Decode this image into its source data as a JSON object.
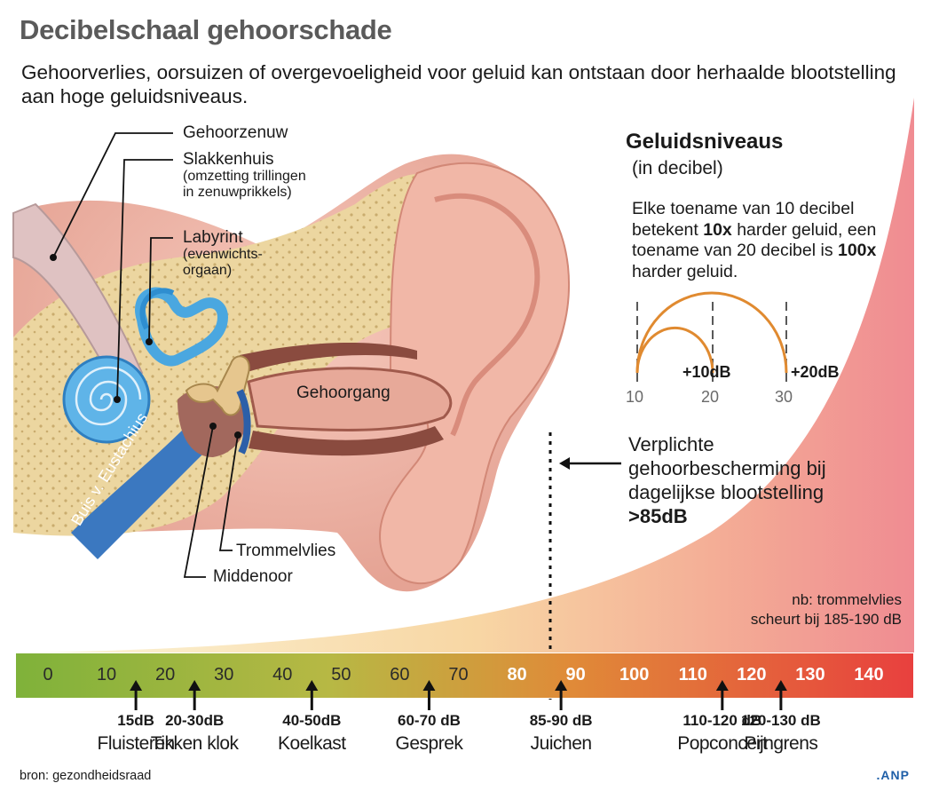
{
  "title": "Decibelschaal gehoorschade",
  "subtitle": "Gehoorverlies, oorsuizen of overgevoeligheid voor geluid kan ontstaan door herhaalde blootstelling aan hoge geluidsniveaus.",
  "ear_labels": {
    "gehoorzenuw": "Gehoorzenuw",
    "slakkenhuis": "Slakkenhuis",
    "slakkenhuis_desc": "(omzetting trillingen in zenuwprikkels)",
    "labyrint": "Labyrint",
    "labyrint_desc": "(evenwichts-orgaan)",
    "gehoorgang": "Gehoorgang",
    "buis": "Buis v. Eustachius",
    "trommelvlies": "Trommelvlies",
    "middenoor": "Middenoor"
  },
  "info": {
    "title": "Geluidsniveaus",
    "subtitle": "(in decibel)",
    "text_1": "Elke toename van 10 decibel betekent ",
    "text_bold_1": "10x",
    "text_2": " harder geluid, een toename van 20 decibel is ",
    "text_bold_2": "100x",
    "text_3": " harder geluid.",
    "arc_ticks": [
      "10",
      "20",
      "30"
    ],
    "arc_labels": [
      "+10dB",
      "+20dB"
    ]
  },
  "warning": {
    "text": "Verplichte gehoorbescherming bij dagelijkse blootstelling",
    "threshold": ">85dB"
  },
  "note": {
    "line1": "nb: trommelvlies",
    "line2": "scheurt bij 185-190 dB"
  },
  "scale": {
    "values": [
      "0",
      "10",
      "20",
      "30",
      "40",
      "50",
      "60",
      "70",
      "80",
      "90",
      "100",
      "110",
      "120",
      "130",
      "140"
    ],
    "min": 0,
    "max": 140,
    "colors": [
      "#7fb23a",
      "#b7b844",
      "#e08a38",
      "#e8463e"
    ]
  },
  "examples": [
    {
      "db": "15dB",
      "name": "Fluisteren",
      "value": 15
    },
    {
      "db": "20-30dB",
      "name": "Tikken klok",
      "value": 25
    },
    {
      "db": "40-50dB",
      "name": "Koelkast",
      "value": 45
    },
    {
      "db": "60-70 dB",
      "name": "Gesprek",
      "value": 65
    },
    {
      "db": "85-90 dB",
      "name": "Juichen",
      "value": 87.5
    },
    {
      "db": "110-120 dB",
      "name": "Popconcert",
      "value": 115
    },
    {
      "db": "120-130 dB",
      "name": "Pijngrens",
      "value": 125
    }
  ],
  "source": "bron: gezondheidsraad",
  "logo": ".ANP"
}
